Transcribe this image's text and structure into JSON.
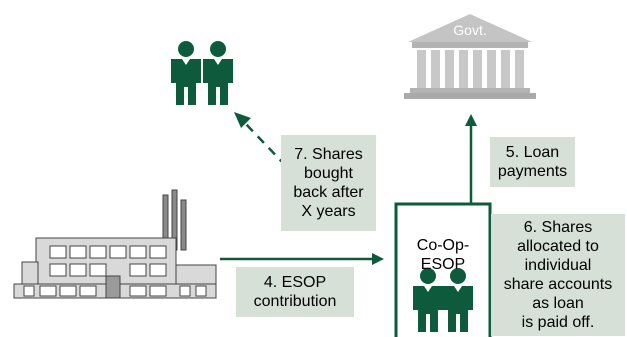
{
  "govt_label": "Govt.",
  "esop_box_title": "Co-Op-\nESOP",
  "labels": {
    "shares_bought_back": "7. Shares\nbought\nback after\nX years",
    "loan_payments": "5. Loan\npayments",
    "esop_contribution": "4. ESOP\ncontribution",
    "shares_allocated": "6. Shares\nallocated to\nindividual\nshare accounts\nas loan\nis paid off."
  },
  "colors": {
    "accent_green": "#0e5a3d",
    "label_bg": "#d7e0d7",
    "building_gray": "#c4c4c4",
    "factory_fill": "#d9d9d9"
  },
  "icons": {
    "workers_top": "two-workers-icon",
    "government": "government-building-icon",
    "factory": "factory-icon",
    "workers_esop": "two-workers-icon"
  }
}
